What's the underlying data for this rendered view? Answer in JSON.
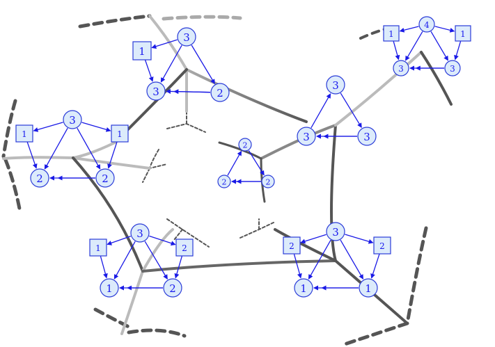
{
  "colors": {
    "node_fill": "#dcebfb",
    "node_stroke": "#2a3bd8",
    "arrow": "#1a1ae6",
    "background_edge_dark": "#555555",
    "background_edge_light": "#bbbbbb"
  },
  "clusters": [
    {
      "id": "top-center",
      "labels": [
        "1",
        "3",
        "3",
        "2"
      ]
    },
    {
      "id": "top-right",
      "labels": [
        "1",
        "4",
        "1",
        "3",
        "3"
      ]
    },
    {
      "id": "left",
      "labels": [
        "1",
        "3",
        "1",
        "2",
        "2"
      ]
    },
    {
      "id": "right",
      "labels": [
        "3",
        "3",
        "3"
      ]
    },
    {
      "id": "center",
      "labels": [
        "2",
        "2",
        "2"
      ]
    },
    {
      "id": "bottom-left",
      "labels": [
        "1",
        "3",
        "2",
        "1",
        "2"
      ]
    },
    {
      "id": "bottom-right",
      "labels": [
        "2",
        "3",
        "2",
        "1",
        "1"
      ]
    }
  ]
}
